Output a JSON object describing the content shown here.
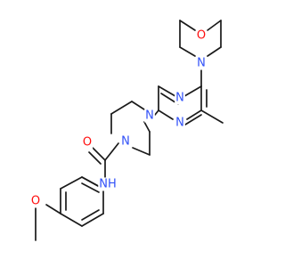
{
  "molecule": {
    "atoms": [
      {
        "id": "O_morph",
        "symbol": "O",
        "color": "#ff0d0d"
      },
      {
        "id": "N_morph",
        "symbol": "N",
        "color": "#3050f8"
      },
      {
        "id": "N_pyr_a",
        "symbol": "N",
        "color": "#3050f8"
      },
      {
        "id": "N_pyr_b",
        "symbol": "N",
        "color": "#3050f8"
      },
      {
        "id": "N_pip_a",
        "symbol": "N",
        "color": "#3050f8"
      },
      {
        "id": "N_pip_b",
        "symbol": "N",
        "color": "#3050f8"
      },
      {
        "id": "O_carbonyl",
        "symbol": "O",
        "color": "#ff0d0d"
      },
      {
        "id": "N_amide",
        "symbol": "NH",
        "color": "#3050f8"
      },
      {
        "id": "O_methoxy",
        "symbol": "O",
        "color": "#ff0d0d"
      }
    ],
    "bond_color": "#1a1a1a"
  }
}
